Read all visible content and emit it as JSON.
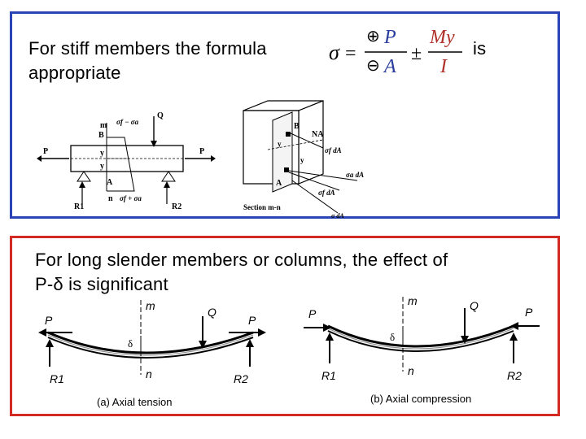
{
  "top": {
    "line1": "For stiff members the formula",
    "line2": "appropriate",
    "is": "is",
    "formula": {
      "sigma": "σ",
      "eq": "=",
      "plus_circle": "⊕",
      "minus_circle": "⊖",
      "P": "P",
      "A": "A",
      "pm": "±",
      "My": "My",
      "I": "I"
    },
    "beam_labels": {
      "m": "m",
      "B": "B",
      "Q": "Q",
      "stress_top": "σf − σa",
      "stress_bot": "σf + σa",
      "P_left": "P",
      "P_right": "P",
      "y1": "y",
      "y2": "y",
      "A": "A",
      "n": "n",
      "R1": "R1",
      "R2": "R2"
    },
    "block_labels": {
      "B": "B",
      "NA": "NA",
      "y1": "y",
      "y2": "y",
      "f1": "σf dA",
      "a1": "σa dA",
      "f2": "σf dA",
      "A": "A",
      "section": "Section m-n",
      "tail": "σ dA"
    }
  },
  "bottom": {
    "line1": "For long slender members or columns, the effect of",
    "line2": "P-δ is significant",
    "left": {
      "P_left": "P",
      "m": "m",
      "Q": "Q",
      "P_right": "P",
      "delta": "δ",
      "n": "n",
      "R1": "R1",
      "R2": "R2",
      "caption": "(a) Axial tension"
    },
    "right": {
      "P_left": "P",
      "m": "m",
      "Q": "Q",
      "P_right": "P",
      "delta": "δ",
      "n": "n",
      "R1": "R1",
      "R2": "R2",
      "caption": "(b) Axial compression"
    }
  }
}
